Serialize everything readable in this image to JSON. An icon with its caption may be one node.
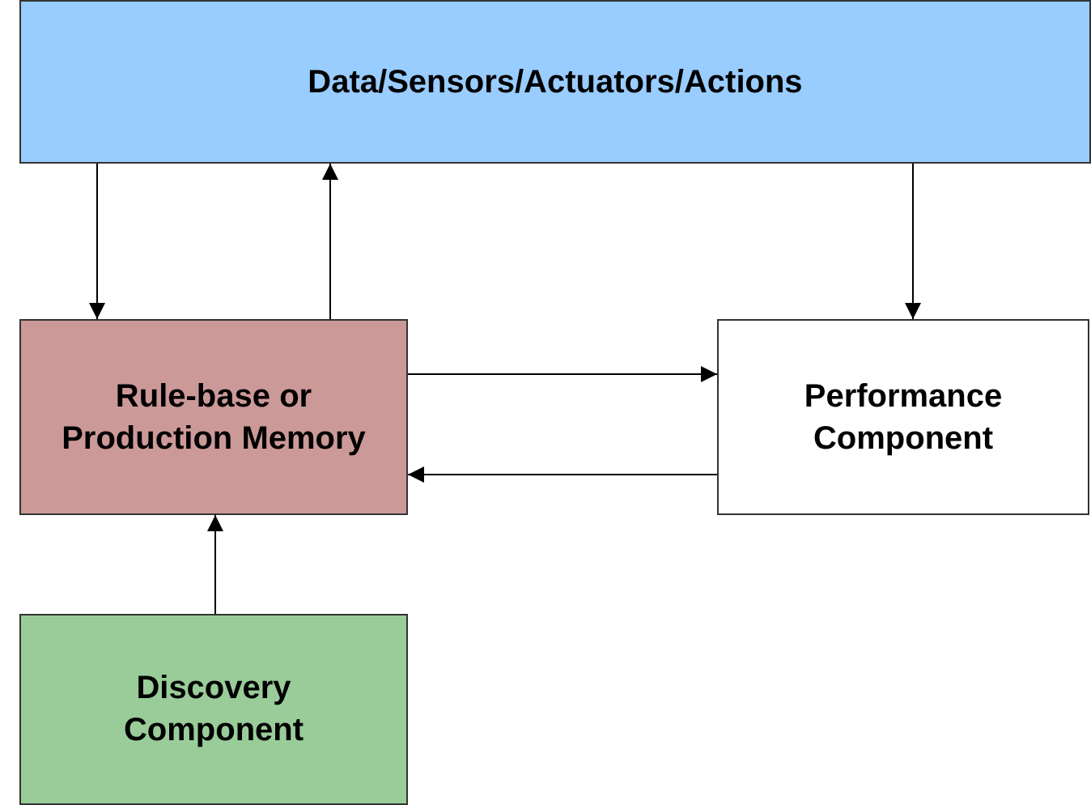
{
  "diagram": {
    "nodes": [
      {
        "text": [
          "Data/Sensors/Actuators/Actions"
        ]
      },
      {
        "text": [
          "Rule-base or Production Memory"
        ]
      },
      {
        "text": [
          "Performance Component"
        ]
      },
      {
        "text": [
          "Discovery Component"
        ]
      }
    ],
    "edges": [
      {
        "from": 0,
        "to": 1,
        "arrow": "to"
      },
      {
        "from": 1,
        "to": 0,
        "arrow": "to"
      },
      {
        "from": 0,
        "to": 2,
        "arrow": "to"
      },
      {
        "from": 1,
        "to": 2,
        "arrow": "to"
      },
      {
        "from": 2,
        "to": 1,
        "arrow": "to"
      },
      {
        "from": 3,
        "to": 1,
        "arrow": "to"
      }
    ]
  }
}
